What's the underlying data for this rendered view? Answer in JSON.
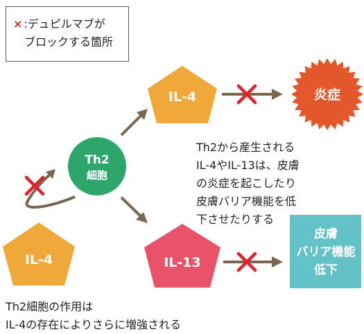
{
  "legend": {
    "symbol": "×",
    "line1": ":デュピルマブが",
    "line2": "ブロックする箇所"
  },
  "nodes": {
    "th2_line1": "Th2",
    "th2_line2": "細胞",
    "il4_top": "IL-4",
    "il4_left": "IL-4",
    "il13": "IL-13",
    "inflammation": "炎症",
    "barrier_line1": "皮膚",
    "barrier_line2": "バリア機能",
    "barrier_line3": "低下"
  },
  "notes": {
    "right": [
      "Th2から産生される",
      "IL-4やIL-13は、皮膚",
      "の炎症を起こしたり",
      "皮膚バリア機能を低",
      "下させたりする"
    ],
    "bottom": [
      "Th2細胞の作用は",
      "IL-4の存在によりさらに増強される"
    ]
  },
  "colors": {
    "pentagon_orange": "#f0a83a",
    "il13_pink": "#e8536a",
    "th2_green": "#2ea56a",
    "inflammation_red": "#e2572c",
    "barrier_teal": "#63c1c8",
    "arrow_brown": "#7a6750",
    "block_red": "#e0202a"
  }
}
